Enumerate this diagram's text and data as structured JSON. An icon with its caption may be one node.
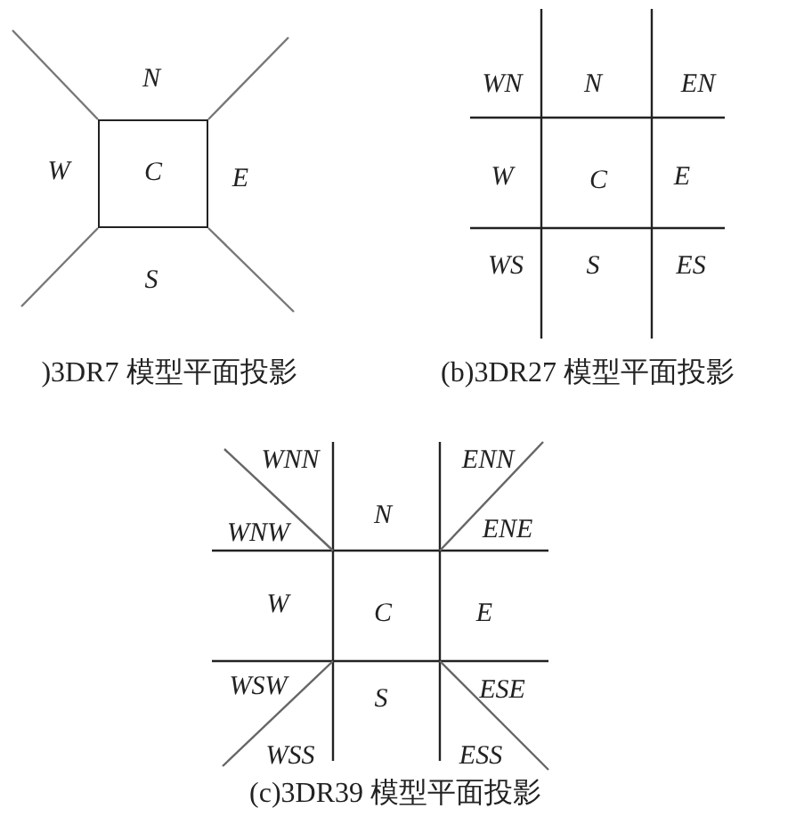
{
  "diagram": {
    "nodes": [
      {
        "text": [
          "C"
        ]
      }
    ],
    "labels": [
      "N",
      "W",
      "E",
      "S",
      ")3DR7 模型平面投影",
      "WN",
      "N",
      "EN",
      "W",
      "C",
      "E",
      "WS",
      "S",
      "ES",
      "(b)3DR27 模型平面投影",
      "WNN",
      "ENN",
      "N",
      "WNW",
      "ENE",
      "W",
      "C",
      "E",
      "WSW",
      "ESE",
      "S",
      "WSS",
      "ESS",
      "(c)3DR39 模型平面投影"
    ]
  }
}
